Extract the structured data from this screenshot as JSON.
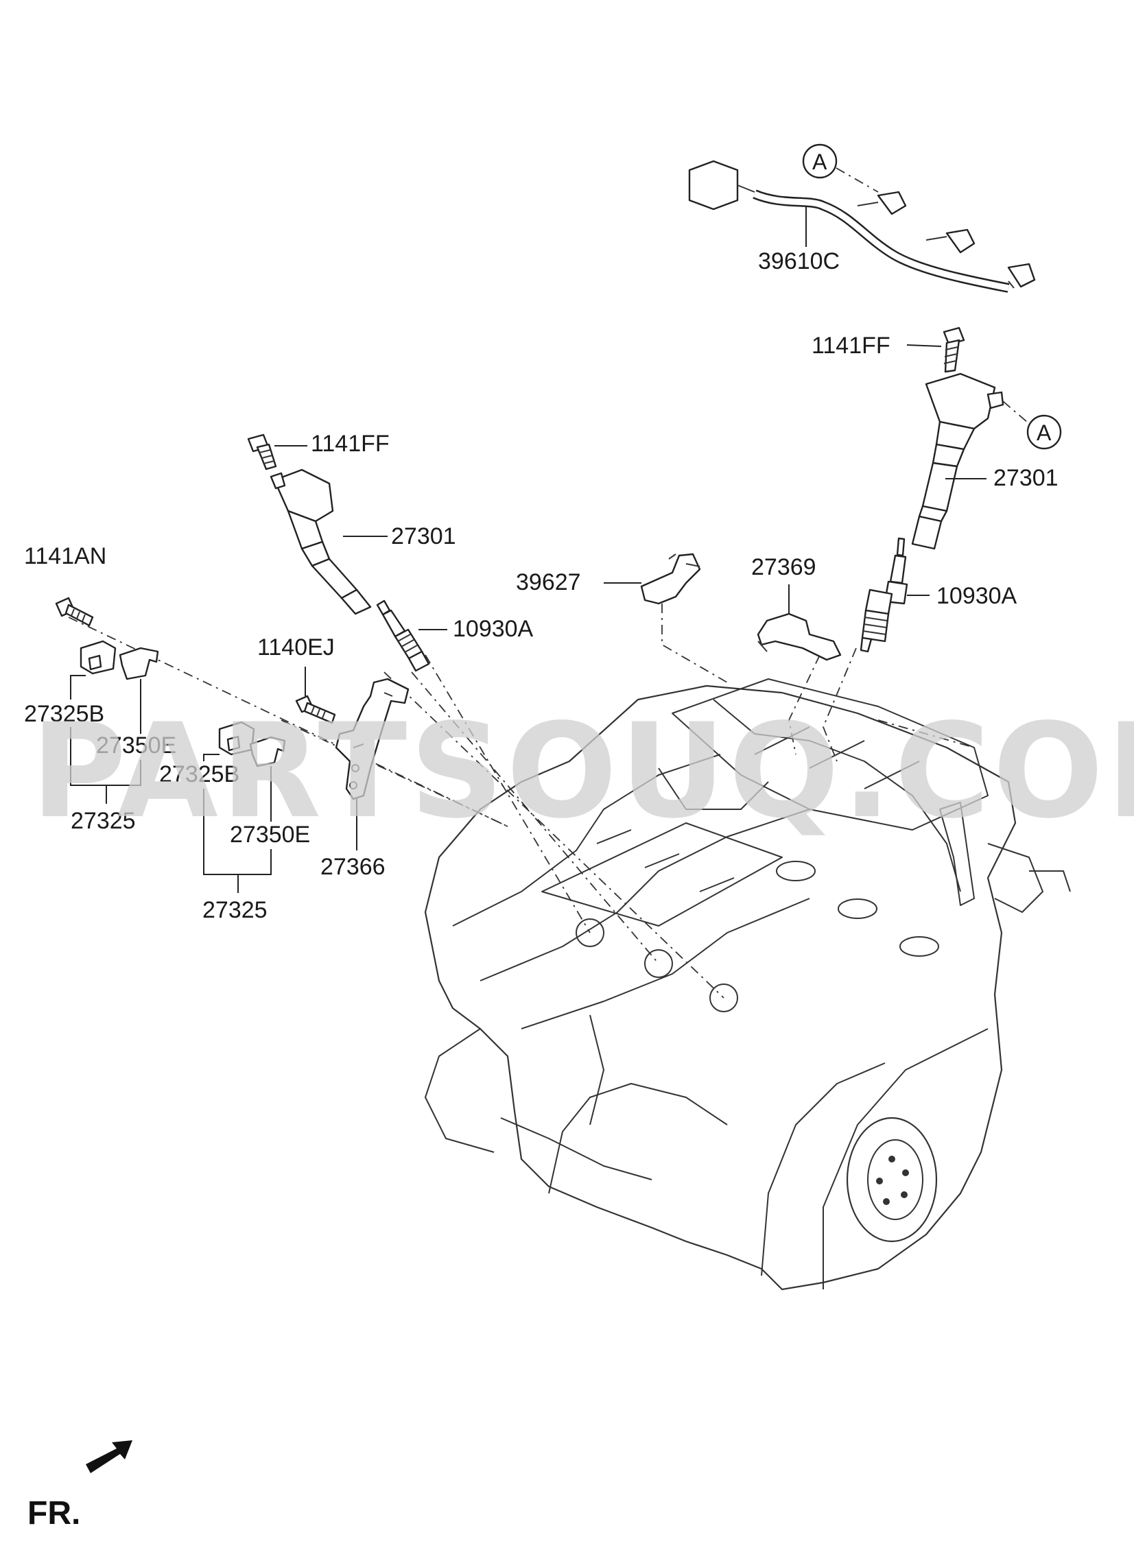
{
  "labels": {
    "harness": "39610C",
    "bolt_ff_right": "1141FF",
    "coil_right": "27301",
    "spark_plug_right": "10930A",
    "bracket_39627": "39627",
    "bracket_27369": "27369",
    "bolt_ff_left": "1141FF",
    "coil_left": "27301",
    "spark_plug_left": "10930A",
    "bolt_an": "1141AN",
    "bolt_ej": "1140EJ",
    "condenser_b1": "27325B",
    "bracket_e1": "27350E",
    "condenser_assy1": "27325",
    "condenser_b2": "27325B",
    "bracket_e2": "27350E",
    "condenser_assy2": "27325",
    "bracket_27366": "27366",
    "callout_a_top": "A",
    "callout_a_right": "A",
    "front": "FR."
  },
  "watermark": "PARTSOUQ.COM"
}
